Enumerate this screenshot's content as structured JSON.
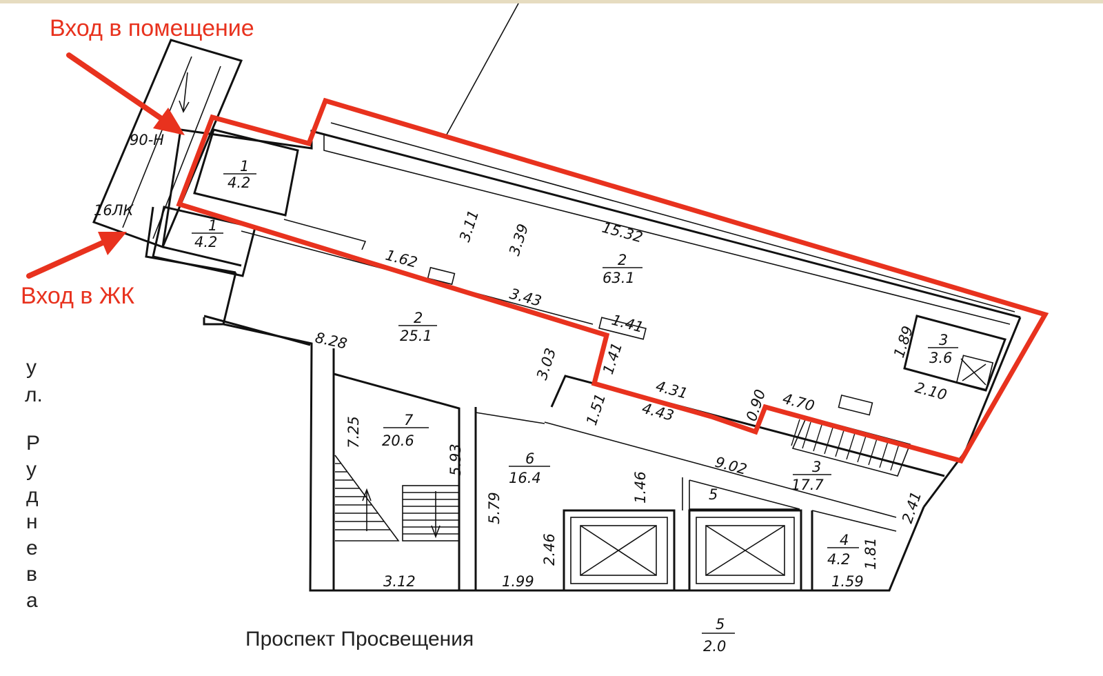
{
  "annotations": {
    "entrance_premises": "Вход в помещение",
    "entrance_residential": "Вход в ЖК",
    "highlight_color": "#e8321e"
  },
  "streets": {
    "prospect": "Проспект Просвещения",
    "rudneva_letters": [
      "у",
      "л.",
      "Р",
      "у",
      "д",
      "н",
      "е",
      "в",
      "а"
    ]
  },
  "tags": {
    "door_90h": "90-Н",
    "door_16lk": "16ЛК"
  },
  "rooms": {
    "r1_top": {
      "num": "1",
      "area": "4.2"
    },
    "r1_bottom": {
      "num": "1",
      "area": "4.2"
    },
    "r2_big": {
      "num": "2",
      "area": "63.1"
    },
    "r2_small": {
      "num": "2",
      "area": "25.1"
    },
    "r3_wc": {
      "num": "3",
      "area": "3.6"
    },
    "r3_corr": {
      "num": "3",
      "area": "17.7"
    },
    "r4": {
      "num": "4",
      "area": "4.2"
    },
    "r5_out": {
      "num": "5",
      "area": "2.0"
    },
    "r5_small": {
      "num": "5"
    },
    "r6": {
      "num": "6",
      "area": "16.4"
    },
    "r7": {
      "num": "7",
      "area": "20.6"
    }
  },
  "dimensions": {
    "d311": "3.11",
    "d339": "3.39",
    "d1532": "15.32",
    "d162": "1.62",
    "d343": "3.43",
    "d141a": "1.41",
    "d141b": "1.41",
    "d189": "1.89",
    "d210": "2.10",
    "d828": "8.28",
    "d303": "3.03",
    "d431": "4.31",
    "d443": "4.43",
    "d090": "0.90",
    "d470": "4.70",
    "d151": "1.51",
    "d902": "9.02",
    "d725": "7.25",
    "d593": "5.93",
    "d579": "5.79",
    "d146": "1.46",
    "d241": "2.41",
    "d246": "2.46",
    "d181": "1.81",
    "d312": "3.12",
    "d199": "1.99",
    "d159": "1.59"
  }
}
